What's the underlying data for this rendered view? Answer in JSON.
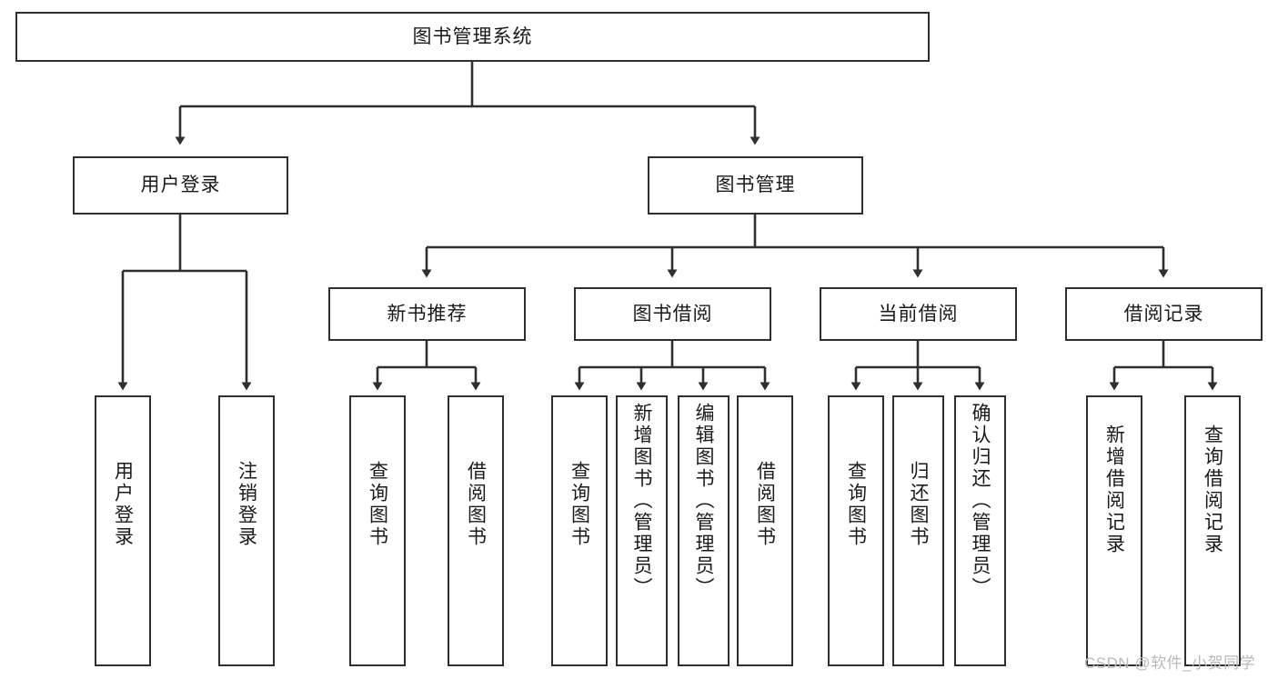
{
  "diagram": {
    "title": "图书管理系统",
    "type": "tree-hierarchy-diagram",
    "colors": {
      "box_border": "#2f2f2f",
      "box_fill": "#ffffff",
      "connector": "#2f2f2f",
      "text": "#1a1a1a",
      "watermark": "#b9b9b9"
    },
    "root": {
      "label": "图书管理系统"
    },
    "level2": [
      {
        "label": "用户登录"
      },
      {
        "label": "图书管理"
      }
    ],
    "level3": [
      {
        "label": "新书推荐"
      },
      {
        "label": "图书借阅"
      },
      {
        "label": "当前借阅"
      },
      {
        "label": "借阅记录"
      }
    ],
    "leaves": {
      "user_login": [
        {
          "label": "用户登录"
        },
        {
          "label": "注销登录"
        }
      ],
      "new_book_recommend": [
        {
          "label": "查询图书"
        },
        {
          "label": "借阅图书"
        }
      ],
      "book_borrow": [
        {
          "label": "查询图书"
        },
        {
          "label": "新增图书（管理员）"
        },
        {
          "label": "编辑图书（管理员）"
        },
        {
          "label": "借阅图书"
        }
      ],
      "current_borrow": [
        {
          "label": "查询图书"
        },
        {
          "label": "归还图书"
        },
        {
          "label": "确认归还（管理员）"
        }
      ],
      "borrow_record": [
        {
          "label": "新增借阅记录"
        },
        {
          "label": "查询借阅记录"
        }
      ]
    }
  },
  "watermark": {
    "text": "CSDN @软件_小贺同学"
  }
}
